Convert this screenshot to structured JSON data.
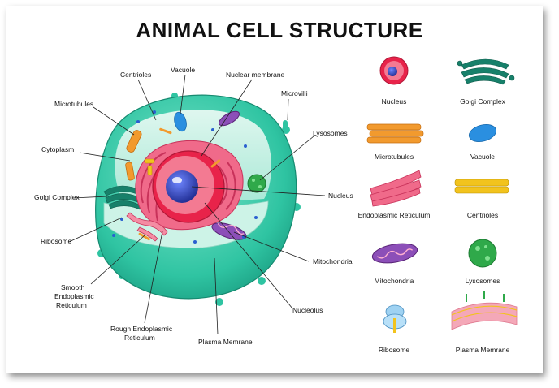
{
  "title": "ANIMAL CELL STRUCTURE",
  "diagram_labels": {
    "centrioles": "Centrioles",
    "vacuole": "Vacuole",
    "nuclear_membrane": "Nuclear membrane",
    "microvilli": "Microvilli",
    "microtubules": "Microtubules",
    "lysosomes": "Lysosomes",
    "cytoplasm": "Cytoplasm",
    "golgi_complex": "Golgi Complex",
    "nucleus": "Nucleus",
    "ribosome": "Ribosome",
    "mitochondria": "Mitochondria",
    "smooth_er_1": "Smooth",
    "smooth_er_2": "Endoplasmic",
    "smooth_er_3": "Reticulum",
    "nucleolus": "Nucleolus",
    "rough_er_1": "Rough Endoplasmic",
    "rough_er_2": "Reticulum",
    "plasma_membrane": "Plasma Memrane"
  },
  "legend": [
    {
      "label": "Nucleus",
      "icon": "nucleus-icon"
    },
    {
      "label": "Golgi Complex",
      "icon": "golgi-complex-icon"
    },
    {
      "label": "Microtubules",
      "icon": "microtubules-icon"
    },
    {
      "label": "Vacuole",
      "icon": "vacuole-icon"
    },
    {
      "label": "Endoplasmic Reticulum",
      "icon": "endoplasmic-reticulum-icon"
    },
    {
      "label": "Centrioles",
      "icon": "centrioles-icon"
    },
    {
      "label": "Mitochondria",
      "icon": "mitochondria-icon"
    },
    {
      "label": "Lysosomes",
      "icon": "lysosomes-icon"
    },
    {
      "label": "Ribosome",
      "icon": "ribosome-icon"
    },
    {
      "label": "Plasma Memrane",
      "icon": "plasma-membrane-icon"
    }
  ],
  "colors": {
    "membrane": "#2fc4a2",
    "cytoplasm": "#bdeee0",
    "nucleus_outer": "#e8234a",
    "nucleus_inner": "#2a3fb8",
    "er_pink": "#f06a8a",
    "golgi": "#17806a",
    "mitochondria": "#7a3fa0",
    "microtubules": "#f29a2e",
    "vacuole": "#2a8fe0",
    "centrioles": "#f2c31d",
    "lysosome": "#2fa94a"
  }
}
